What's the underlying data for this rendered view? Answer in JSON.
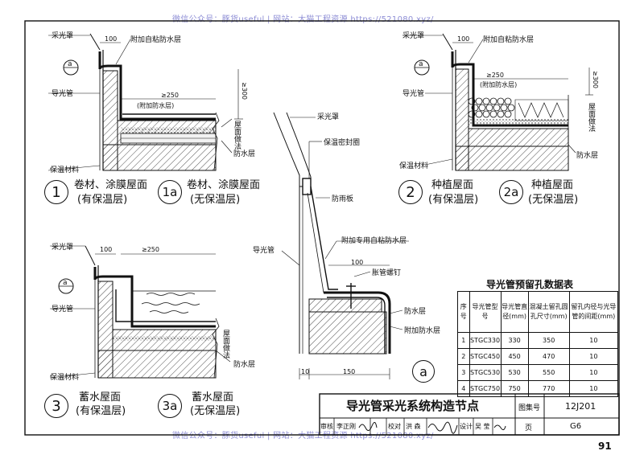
{
  "watermark": {
    "top": "微信公众号：豚货useful | 网站：大猫工程资源 https://521080.xyz/",
    "bottom": "微信公众号：豚货useful | 网站：大猫工程资源 https://521080.xyz/"
  },
  "detail1": {
    "labels": {
      "cover": "采光罩",
      "dim100": "100",
      "add_layer": "附加自粘防水层",
      "section_ref": "a",
      "tube": "导光管",
      "dim250": "≥250",
      "add_note": "(附加防水层)",
      "dim300": "≥300",
      "roof_method": "屋面做法",
      "waterproof": "防水层",
      "insulation": "保温材料"
    },
    "cap1": {
      "num": "1",
      "title": "卷材、涂膜屋面",
      "sub": "(有保温层)"
    },
    "cap1a": {
      "num": "1a",
      "title": "卷材、涂膜屋面",
      "sub": "(无保温层)"
    }
  },
  "detail2": {
    "labels": {
      "cover": "采光罩",
      "dim100": "100",
      "add_layer": "附加自粘防水层",
      "section_ref": "a",
      "tube": "导光管",
      "dim250": "≥250",
      "add_note": "(附加防水层)",
      "dim300": "≥300",
      "roof_method": "屋面做法",
      "waterproof": "防水层",
      "insulation": "保温材料"
    },
    "cap2": {
      "num": "2",
      "title": "种植屋面",
      "sub": "(有保温层)"
    },
    "cap2a": {
      "num": "2a",
      "title": "种植屋面",
      "sub": "(无保温层)"
    }
  },
  "detail3": {
    "labels": {
      "cover": "采光罩",
      "dim100": "100",
      "dim250": "≥250",
      "section_ref": "a",
      "tube": "导光管",
      "roof_method": "屋面做法",
      "waterproof": "防水层",
      "insulation": "保温材料"
    },
    "cap3": {
      "num": "3",
      "title": "蓄水屋面",
      "sub": "(有保温层)"
    },
    "cap3a": {
      "num": "3a",
      "title": "蓄水屋面",
      "sub": "(无保温层)"
    }
  },
  "detailA": {
    "labels": {
      "cover": "采光罩",
      "seal": "保温密封圈",
      "rain_plate": "防雨板",
      "tube": "导光管",
      "special_layer": "附加专用自粘防水层",
      "dim100": "100",
      "screw": "胀管螺钉",
      "waterproof": "防水层",
      "add_waterproof": "附加防水层",
      "dim10": "10",
      "dim150": "150"
    },
    "section_mark": "a"
  },
  "table": {
    "title": "导光管预留孔数据表",
    "headers": [
      "序号",
      "导光管型号",
      "导光管直径(mm)",
      "混凝土留孔圆孔尺寸(mm)",
      "留孔内径与光导管的间距(mm)"
    ],
    "rows": [
      [
        "1",
        "STGC330",
        "330",
        "350",
        "10"
      ],
      [
        "2",
        "STGC450",
        "450",
        "470",
        "10"
      ],
      [
        "3",
        "STGC530",
        "530",
        "550",
        "10"
      ],
      [
        "4",
        "STGC750",
        "750",
        "770",
        "10"
      ]
    ]
  },
  "title_block": {
    "drawing_title": "导光管采光系统构造节点",
    "atlas_label": "图集号",
    "atlas_no": "12J201",
    "review_label": "审核",
    "review_name": "李正刚",
    "check_label": "校对",
    "check_name": "洪 森",
    "design_label": "设计",
    "design_name": "吴 莹",
    "page_label": "页",
    "page_no": "G6"
  },
  "page_number": "91"
}
